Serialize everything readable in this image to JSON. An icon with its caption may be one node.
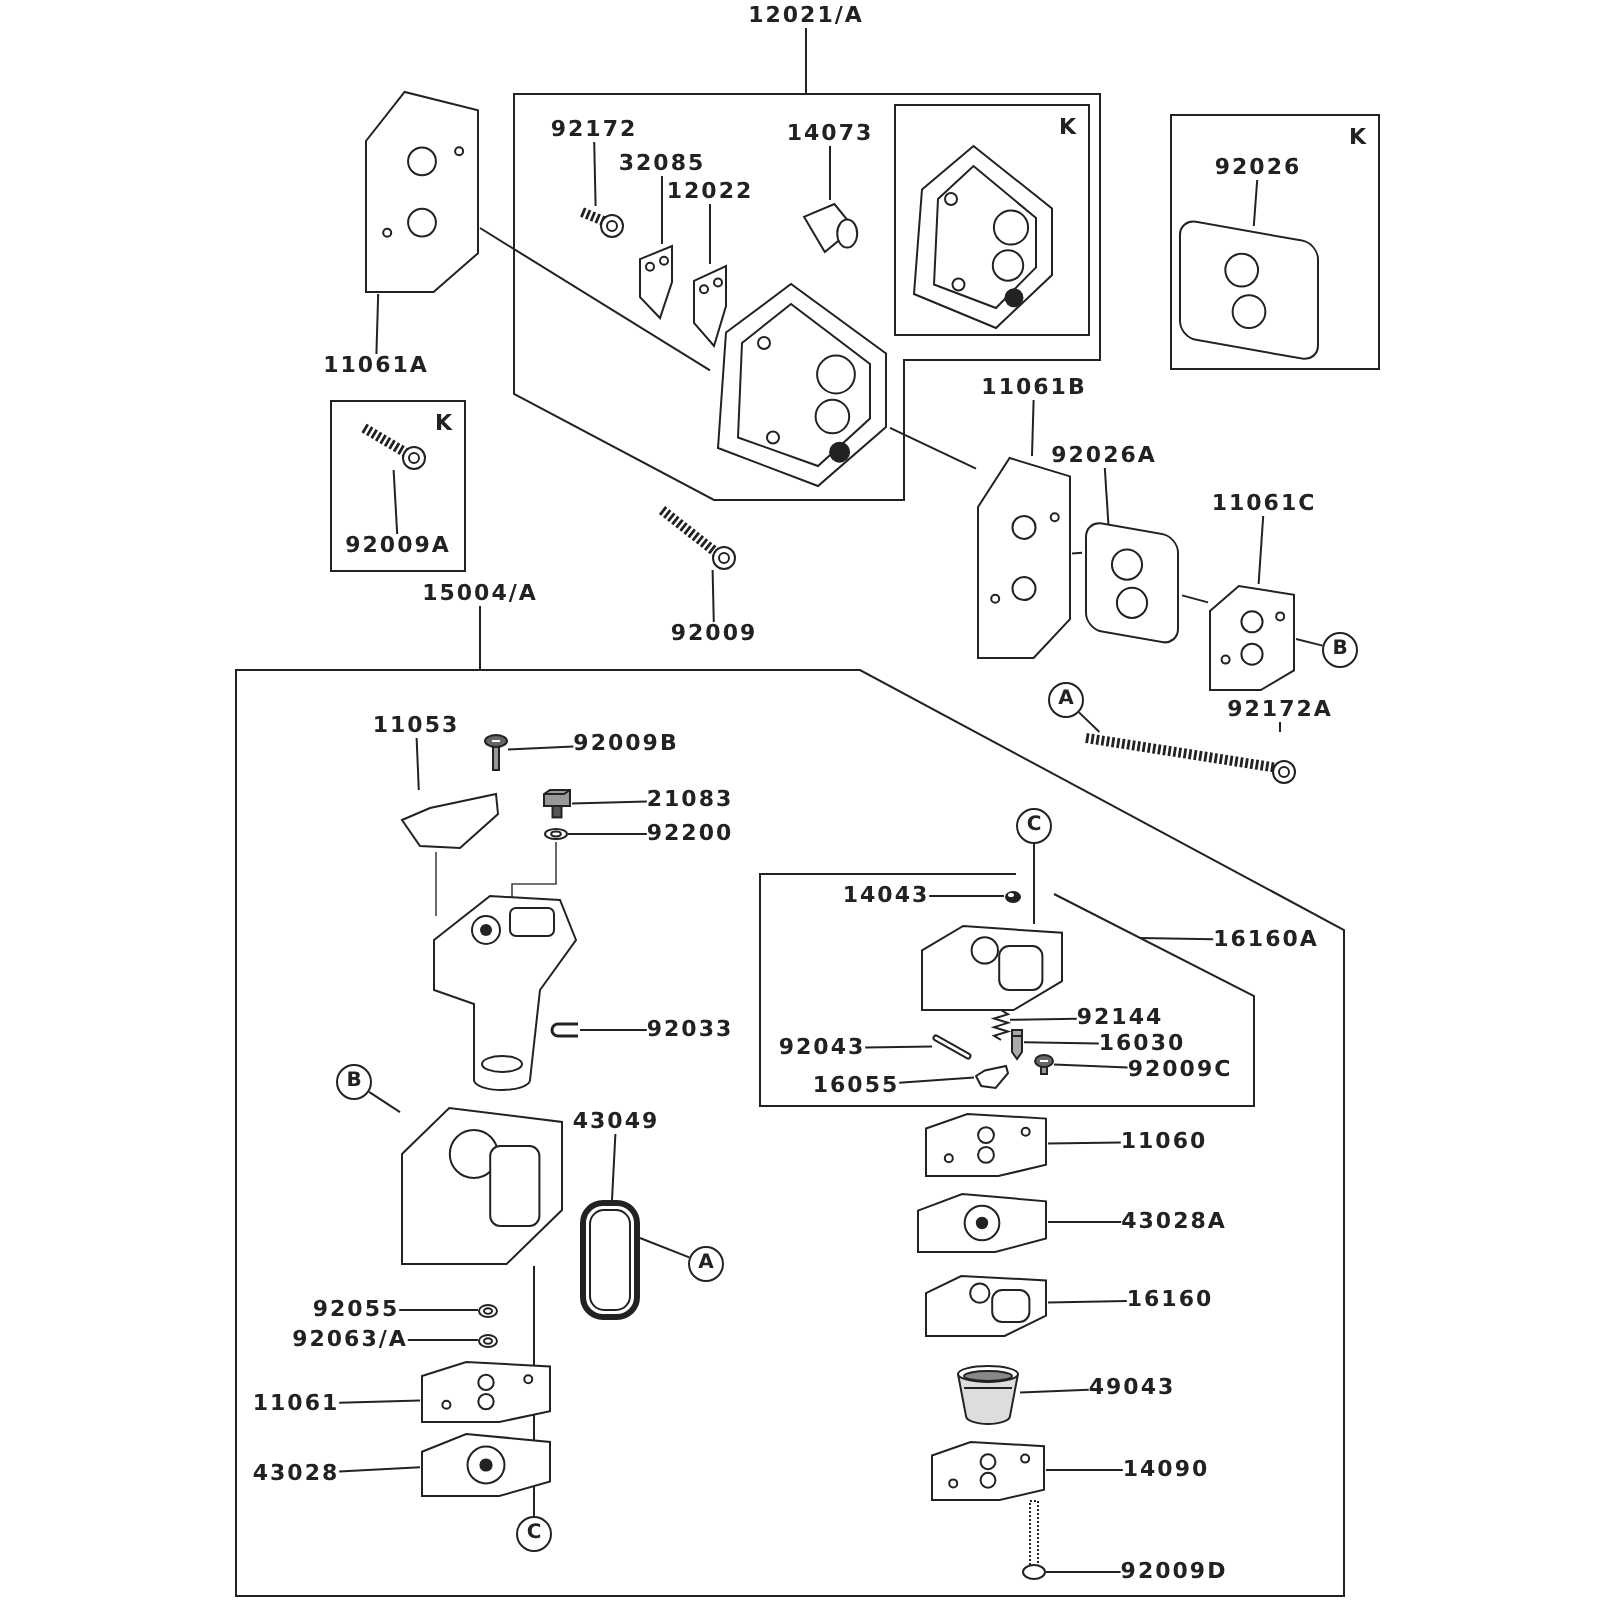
{
  "diagram": {
    "nodes": [
      {
        "text": [
          "12021/A"
        ]
      },
      {
        "text": [],
        "shape": "box"
      },
      {
        "text": [
          "K"
        ],
        "in": 1
      },
      {
        "text": [
          "92172"
        ],
        "in": 1
      },
      {
        "text": [],
        "shape": "picture",
        "in": 1
      },
      {
        "text": [
          "32085"
        ],
        "in": 1
      },
      {
        "text": [],
        "shape": "picture",
        "in": 1
      },
      {
        "text": [
          "12022"
        ],
        "in": 1
      },
      {
        "text": [],
        "shape": "picture",
        "in": 1
      },
      {
        "text": [
          "14073"
        ],
        "in": 1
      },
      {
        "text": [],
        "shape": "picture",
        "in": 1
      },
      {
        "text": [
          "11061A"
        ]
      },
      {
        "text": [],
        "shape": "picture"
      },
      {
        "text": [
          "K"
        ]
      },
      {
        "text": [],
        "shape": "picture",
        "in": 13
      },
      {
        "text": [
          "92009A"
        ],
        "in": 13
      },
      {
        "text": [
          "92009"
        ]
      },
      {
        "text": [],
        "shape": "picture"
      },
      {
        "text": [
          "11061B"
        ]
      },
      {
        "text": [],
        "shape": "picture"
      },
      {
        "text": [
          "92026A"
        ]
      },
      {
        "text": [],
        "shape": "picture"
      },
      {
        "text": [
          "11061C"
        ]
      },
      {
        "text": [],
        "shape": "picture"
      },
      {
        "text": [
          "B"
        ]
      },
      {
        "text": [
          "K"
        ]
      },
      {
        "text": [
          "92026"
        ],
        "in": 25
      },
      {
        "text": [],
        "shape": "picture",
        "in": 25
      },
      {
        "text": [
          "15004/A"
        ]
      },
      {
        "text": [],
        "shape": "box"
      },
      {
        "text": [
          "A"
        ]
      },
      {
        "text": [
          "92172A"
        ]
      },
      {
        "text": [],
        "shape": "picture"
      },
      {
        "text": [
          "11053"
        ],
        "in": 29
      },
      {
        "text": [],
        "shape": "picture",
        "in": 29
      },
      {
        "text": [
          "92009B"
        ],
        "in": 29
      },
      {
        "text": [],
        "shape": "picture",
        "in": 29
      },
      {
        "text": [
          "21083"
        ],
        "in": 29
      },
      {
        "text": [],
        "shape": "picture",
        "in": 29
      },
      {
        "text": [
          "92200"
        ],
        "in": 29
      },
      {
        "text": [],
        "shape": "picture",
        "in": 29
      },
      {
        "text": [
          "92033"
        ],
        "in": 29
      },
      {
        "text": [],
        "shape": "picture",
        "in": 29
      },
      {
        "text": [
          "B"
        ],
        "in": 29
      },
      {
        "text": [],
        "shape": "picture",
        "in": 29
      },
      {
        "text": [
          "43049"
        ],
        "in": 29
      },
      {
        "text": [],
        "shape": "picture",
        "in": 29
      },
      {
        "text": [
          "A"
        ],
        "in": 29
      },
      {
        "text": [
          "92055"
        ],
        "in": 29
      },
      {
        "text": [],
        "shape": "picture",
        "in": 29
      },
      {
        "text": [
          "92063/A"
        ],
        "in": 29
      },
      {
        "text": [],
        "shape": "picture",
        "in": 29
      },
      {
        "text": [
          "11061"
        ],
        "in": 29
      },
      {
        "text": [],
        "shape": "picture",
        "in": 29
      },
      {
        "text": [
          "43028"
        ],
        "in": 29
      },
      {
        "text": [],
        "shape": "picture",
        "in": 29
      },
      {
        "text": [
          "C"
        ],
        "in": 29
      },
      {
        "text": [
          "C"
        ],
        "in": 29
      },
      {
        "text": [],
        "shape": "box",
        "in": 29
      },
      {
        "text": [
          "16160A"
        ],
        "in": 29
      },
      {
        "text": [
          "14043"
        ],
        "in": 58
      },
      {
        "text": [],
        "shape": "picture",
        "in": 58
      },
      {
        "text": [],
        "shape": "picture",
        "in": 58
      },
      {
        "text": [
          "92144"
        ],
        "in": 58
      },
      {
        "text": [],
        "shape": "picture",
        "in": 58
      },
      {
        "text": [
          "16030"
        ],
        "in": 58
      },
      {
        "text": [],
        "shape": "picture",
        "in": 58
      },
      {
        "text": [
          "92043"
        ],
        "in": 58
      },
      {
        "text": [],
        "shape": "picture",
        "in": 58
      },
      {
        "text": [
          "16055"
        ],
        "in": 58
      },
      {
        "text": [],
        "shape": "picture",
        "in": 58
      },
      {
        "text": [
          "92009C"
        ],
        "in": 58
      },
      {
        "text": [],
        "shape": "picture",
        "in": 58
      },
      {
        "text": [
          "11060"
        ],
        "in": 29
      },
      {
        "text": [],
        "shape": "picture",
        "in": 29
      },
      {
        "text": [
          "43028A"
        ],
        "in": 29
      },
      {
        "text": [],
        "shape": "picture",
        "in": 29
      },
      {
        "text": [
          "16160"
        ],
        "in": 29
      },
      {
        "text": [],
        "shape": "picture",
        "in": 29
      },
      {
        "text": [
          "49043"
        ],
        "in": 29
      },
      {
        "text": [],
        "shape": "picture",
        "in": 29
      },
      {
        "text": [
          "14090"
        ],
        "in": 29
      },
      {
        "text": [],
        "shape": "picture",
        "in": 29
      },
      {
        "text": [
          "92009D"
        ],
        "in": 29
      },
      {
        "text": [],
        "shape": "picture",
        "in": 29
      },
      {
        "text": [],
        "shape": "picture",
        "in": 1
      }
    ],
    "edges": [
      {
        "from": 0,
        "to": 1,
        "arrow": "none"
      },
      {
        "from": 3,
        "to": 4,
        "arrow": "none"
      },
      {
        "from": 5,
        "to": 6,
        "arrow": "none"
      },
      {
        "from": 7,
        "to": 8,
        "arrow": "none"
      },
      {
        "from": 9,
        "to": 10,
        "arrow": "none"
      },
      {
        "from": 11,
        "to": 12,
        "arrow": "none"
      },
      {
        "from": 15,
        "to": 14,
        "arrow": "none"
      },
      {
        "from": 16,
        "to": 17,
        "arrow": "none"
      },
      {
        "from": 18,
        "to": 19,
        "arrow": "none"
      },
      {
        "from": 20,
        "to": 21,
        "arrow": "none"
      },
      {
        "from": 22,
        "to": 23,
        "arrow": "none"
      },
      {
        "from": 24,
        "to": 23,
        "arrow": "none"
      },
      {
        "from": 26,
        "to": 27,
        "arrow": "none"
      },
      {
        "from": 28,
        "to": 29,
        "arrow": "none"
      },
      {
        "from": 30,
        "to": 32,
        "arrow": "none"
      },
      {
        "from": 31,
        "to": 32,
        "arrow": "none"
      },
      {
        "from": 33,
        "to": 34,
        "arrow": "none"
      },
      {
        "from": 35,
        "to": 36,
        "arrow": "none"
      },
      {
        "from": 37,
        "to": 38,
        "arrow": "none"
      },
      {
        "from": 39,
        "to": 40,
        "arrow": "none"
      },
      {
        "from": 41,
        "to": 42,
        "arrow": "none"
      },
      {
        "from": 43,
        "to": 44,
        "arrow": "none"
      },
      {
        "from": 45,
        "to": 46,
        "arrow": "none"
      },
      {
        "from": 47,
        "to": 46,
        "arrow": "none"
      },
      {
        "from": 48,
        "to": 49,
        "arrow": "none"
      },
      {
        "from": 50,
        "to": 51,
        "arrow": "none"
      },
      {
        "from": 52,
        "to": 53,
        "arrow": "none"
      },
      {
        "from": 54,
        "to": 55,
        "arrow": "none"
      },
      {
        "from": 56,
        "to": 44,
        "arrow": "none"
      },
      {
        "from": 57,
        "to": 62,
        "arrow": "none"
      },
      {
        "from": 59,
        "to": 58,
        "arrow": "none"
      },
      {
        "from": 60,
        "to": 61,
        "arrow": "none"
      },
      {
        "from": 63,
        "to": 64,
        "arrow": "none"
      },
      {
        "from": 65,
        "to": 66,
        "arrow": "none"
      },
      {
        "from": 67,
        "to": 68,
        "arrow": "none"
      },
      {
        "from": 69,
        "to": 70,
        "arrow": "none"
      },
      {
        "from": 71,
        "to": 72,
        "arrow": "none"
      },
      {
        "from": 73,
        "to": 74,
        "arrow": "none"
      },
      {
        "from": 75,
        "to": 76,
        "arrow": "none"
      },
      {
        "from": 77,
        "to": 78,
        "arrow": "none"
      },
      {
        "from": 79,
        "to": 80,
        "arrow": "none"
      },
      {
        "from": 81,
        "to": 82,
        "arrow": "none"
      },
      {
        "from": 83,
        "to": 84,
        "arrow": "none"
      },
      {
        "from": 12,
        "to": 85,
        "arrow": "none"
      },
      {
        "from": 85,
        "to": 19,
        "arrow": "none"
      },
      {
        "from": 19,
        "to": 21,
        "arrow": "none"
      },
      {
        "from": 21,
        "to": 23,
        "arrow": "none"
      }
    ]
  }
}
